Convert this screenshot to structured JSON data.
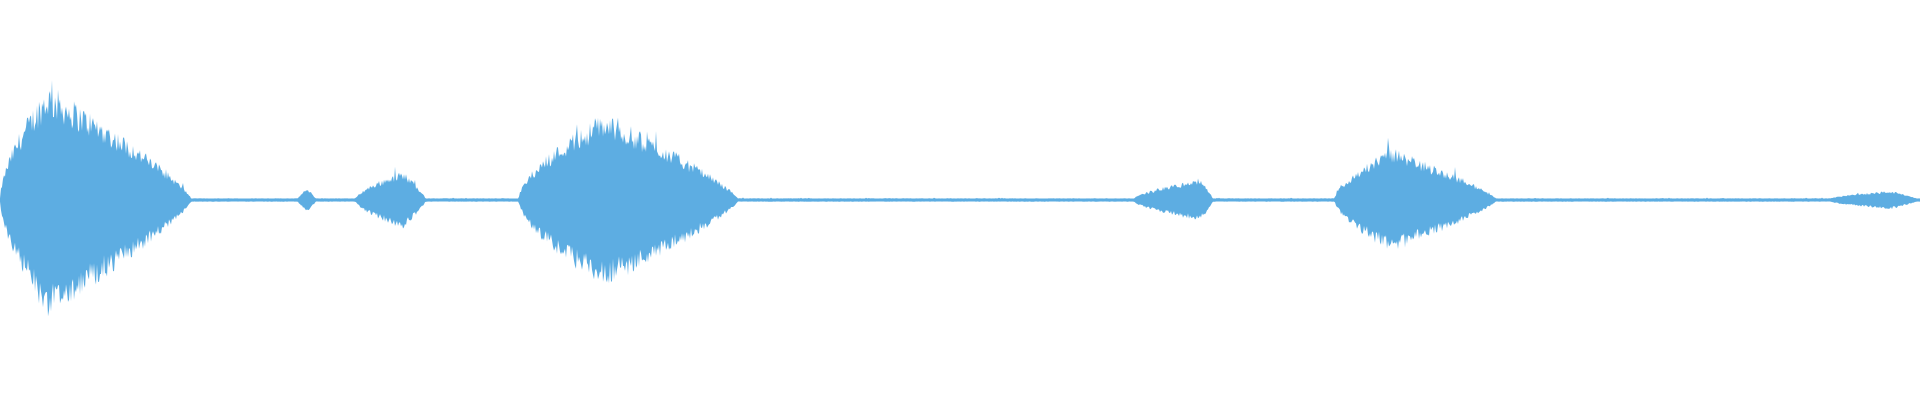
{
  "waveform": {
    "color": "#5dade2",
    "background": "#ffffff",
    "baseline_amplitude": 0.015,
    "segments": [
      {
        "start": 0.0,
        "peak": 0.025,
        "end": 0.1,
        "amplitude": 1.0
      },
      {
        "start": 0.155,
        "peak": 0.16,
        "end": 0.165,
        "amplitude": 0.1
      },
      {
        "start": 0.185,
        "peak": 0.21,
        "end": 0.222,
        "amplitude": 0.25
      },
      {
        "start": 0.27,
        "peak": 0.315,
        "end": 0.385,
        "amplitude": 0.75
      },
      {
        "start": 0.59,
        "peak": 0.625,
        "end": 0.632,
        "amplitude": 0.18
      },
      {
        "start": 0.695,
        "peak": 0.725,
        "end": 0.78,
        "amplitude": 0.45
      },
      {
        "start": 0.95,
        "peak": 0.985,
        "end": 1.0,
        "amplitude": 0.08
      }
    ]
  }
}
